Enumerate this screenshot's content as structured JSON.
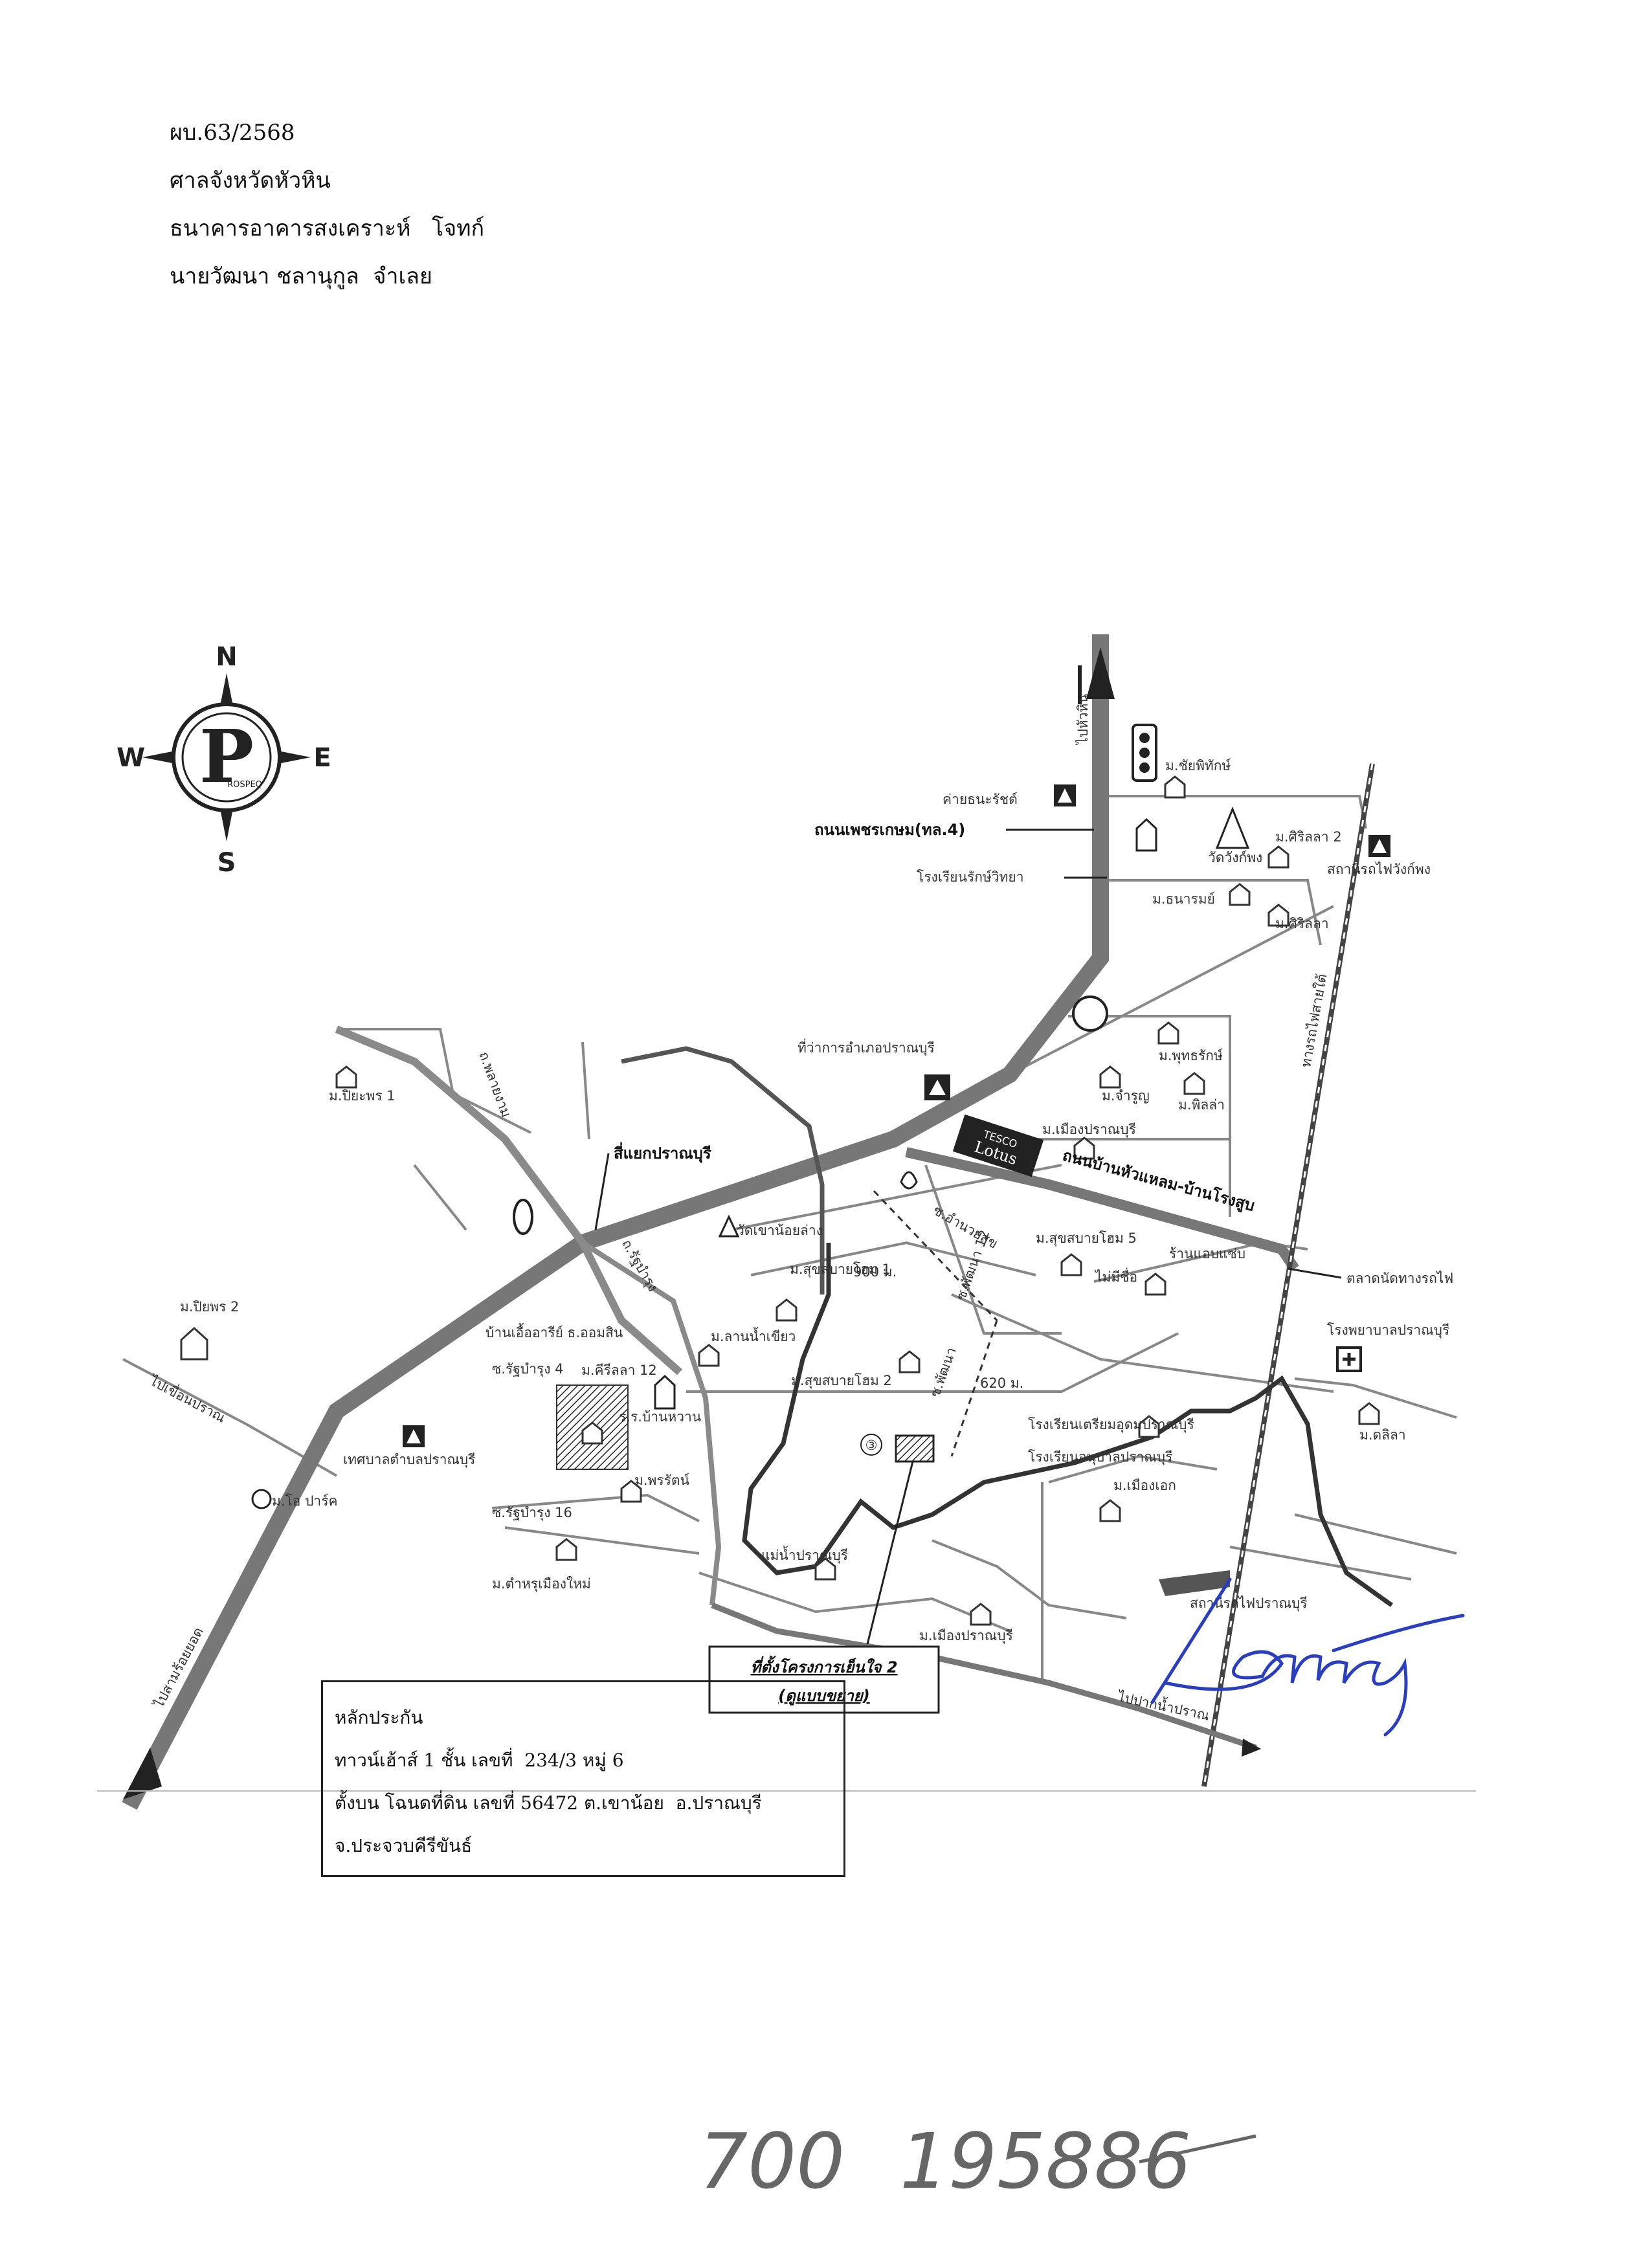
{
  "header": {
    "case_no": "ผบ.63/2568",
    "court": "ศาลจังหวัดหัวหิน",
    "plaintiff": "ธนาคารอาคารสงเคราะห์   โจทก์",
    "defendant": "นายวัฒนา ชลานุกูล  จำเลย"
  },
  "compass": {
    "n": "N",
    "s": "S",
    "e": "E",
    "w": "W",
    "logo_letter": "P",
    "logo_text": "ROSPEQ"
  },
  "map": {
    "road_main": "ถนนเพชรเกษม(ทล.4)",
    "road_branch": "ถนนบ้านหัวแหลม-บ้านโรงสูบ",
    "junction": "สี่แยกปราณบุรี",
    "rail": "ทางรถไฟสายใต้",
    "to_north": "ไปหัวหิน",
    "to_south": "ไปสามร้อยยอด",
    "to_river_mouth": "ไปปากน้ำปราณ",
    "to_dam": "ไปเขื่อนปราณ",
    "street_phlayngam": "ถ.พลายงาม",
    "street_ratbamrung": "ถ.รัฐบำรุง",
    "soi_ratbamrung4": "ซ.รัฐบำรุง 4",
    "soi_ratbamrung16": "ซ.รัฐบำรุง 16",
    "soi_amnuaisuk": "ซ.อำนวยสุข",
    "soi_pattana": "ซ.พัฒนา",
    "soi_pattana12": "ซ.พัฒนา 12",
    "dist_900": "900 ม.",
    "dist_620": "620 ม.",
    "subject_marker": "③",
    "places": {
      "camp": "ค่ายธนะรัชต์",
      "mchaiphithak": "ม.ชัยพิทักษ์",
      "watwangkaphong": "วัดวังก์พง",
      "school_rak": "โรงเรียนรักษ์วิทยา",
      "mthanarom": "ม.ธนารมย์",
      "msirilla2": "ม.ศิริลลา 2",
      "msirilla": "ม.ศิริลลา",
      "station_wangphong": "สถานีรถไฟวังก์พง",
      "district_office": "ที่ว่าการอำเภอปราณบุรี",
      "mphutrachat": "ม.พุทธรักษ์",
      "mcharoen": "ม.จำรูญ",
      "mpilla": "ม.พิลล่า",
      "mmuangpranburi": "ม.เมืองปราณบุรี",
      "tesco1": "TESCO",
      "tesco2": "Lotus",
      "mpiyaphon1": "ม.ปิยะพร 1",
      "mpiyaphon2": "ม.ปิยพร 2",
      "watkhaonoi": "วัดเขาน้อยล่าง",
      "msuksabai5": "ม.สุขสบายโฮม 5",
      "raneap": "ร้านแอบแซ่บ",
      "maimiseu": "ไม่มีชื่อ",
      "talat": "ตลาดนัดทางรถไฟ",
      "hospital": "โรงพยาบาลปราณบุรี",
      "msuksabai1": "ม.สุขสบายโฮม 1",
      "mlannamkhiao": "ม.ลานน้ำเขียว",
      "msuksabai2": "ม.สุขสบายโฮม 2",
      "banrueaaree": "บ้านเอื้ออารีย์ ธ.ออมสิน",
      "mkhirilla12": "ม.คีรีลลา 12",
      "school_prep": "โรงเรียนเตรียมอุดมปราณบุรี",
      "school_anuban": "โรงเรียนอนุบาลปราณบุรี",
      "mtara": "ม.ดลิลา",
      "mmueangek": "ม.เมืองเอก",
      "station_pranburi": "สถานีรถไฟปราณบุรี",
      "municipality": "เทศบาลตำบลปราณบุรี",
      "mopark": "ม.โอ ปาร์ค",
      "rrbanwan": "ร.ร.บ้านหวาน",
      "mphornrat": "ม.พรรัตน์",
      "river": "แม่น้ำปราณบุรี",
      "mtamrumueangmai": "ม.ตำหรุเมืองใหม่",
      "mmuangpranburi2": "ม.เมืองปราณบุรี"
    },
    "subject_label_1": "ที่ตั้งโครงการเย็นใจ 2",
    "subject_label_2": "(ดูแบบขยาย)"
  },
  "collateral": {
    "title": "หลักประกัน",
    "line1": "ทาวน์เฮ้าส์ 1 ชั้น เลขที่  234/3 หมู่ 6",
    "line2": "ตั้งบน โฉนดที่ดิน เลขที่ 56472 ต.เขาน้อย  อ.ปราณบุรี",
    "line3": "จ.ประจวบคีรีขันธ์"
  },
  "handwritten": {
    "left": "700",
    "right": "195886"
  },
  "colors": {
    "ink": "#111111",
    "road": "#7a7a7a",
    "signature": "#2a3fbf",
    "pencil": "#666666"
  }
}
